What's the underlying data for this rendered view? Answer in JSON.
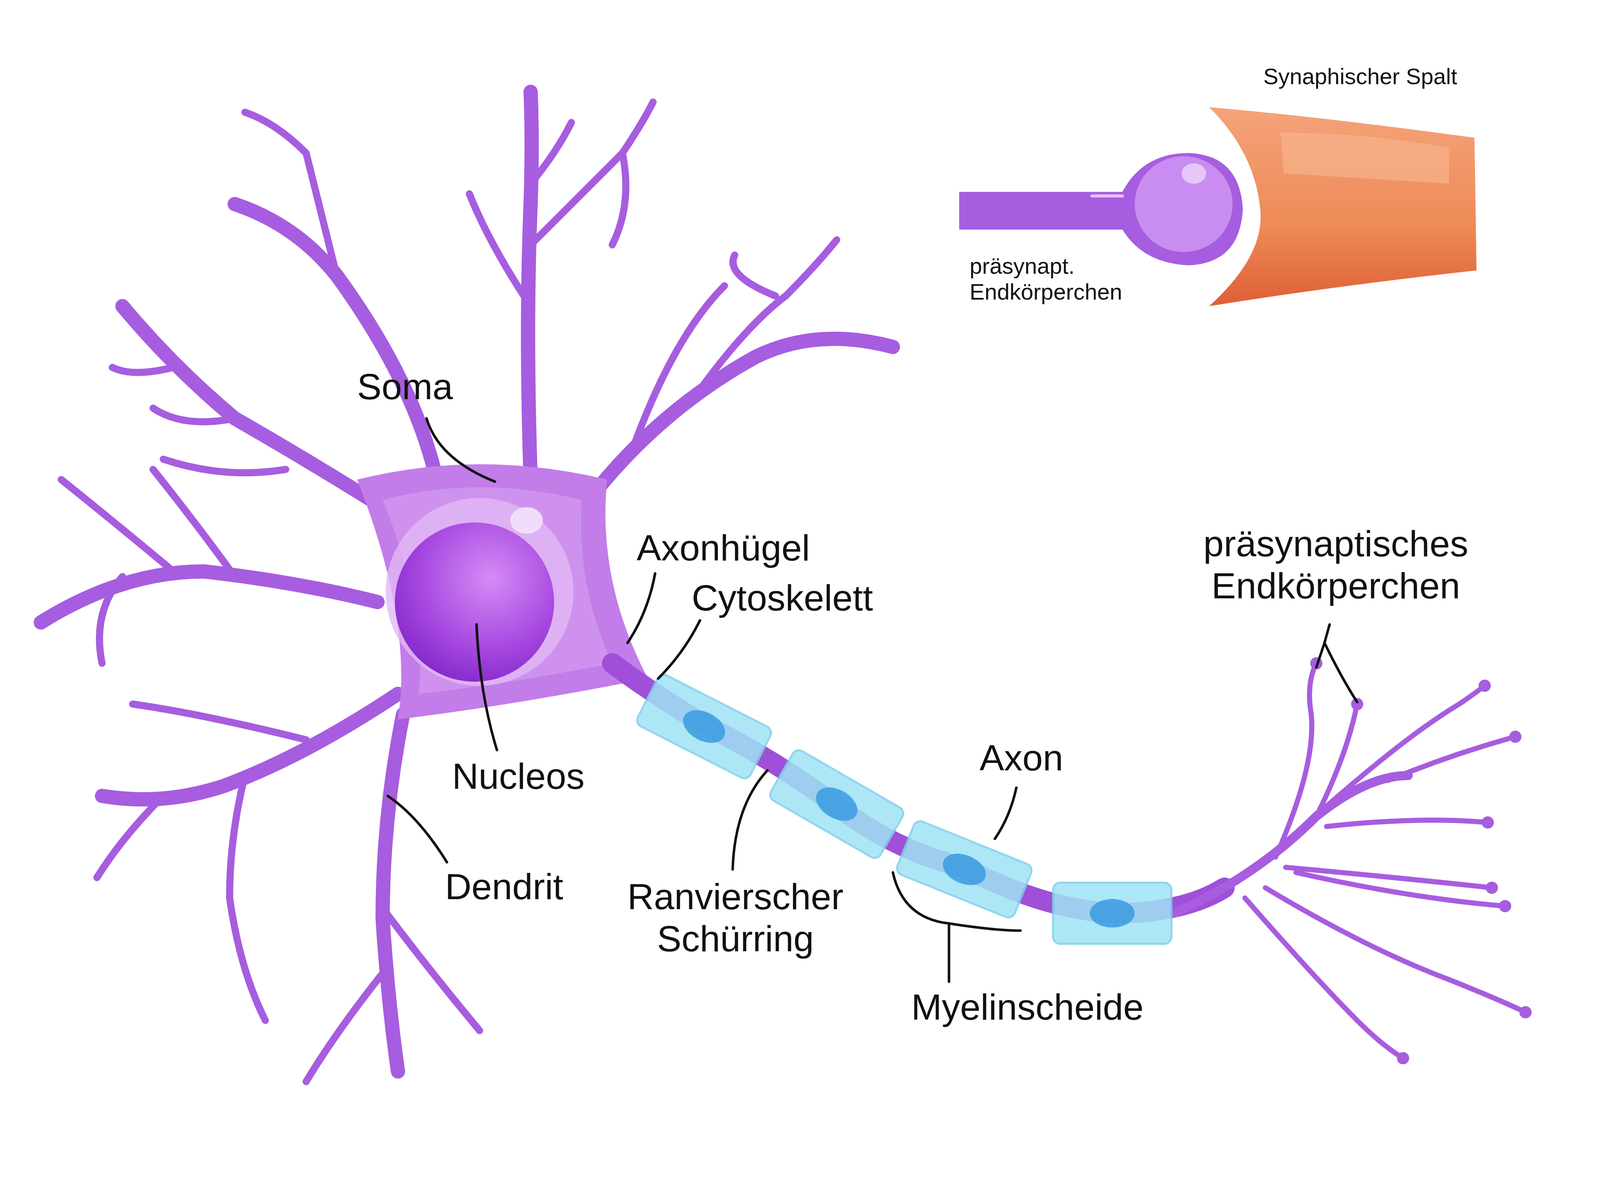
{
  "diagram": {
    "labels": [
      "Synaphischer Spalt",
      "präsynapt. Endkörperchen",
      "Soma",
      "Axonhügel",
      "Cytoskelett",
      "präsynaptisches Endkörperchen",
      "Axon",
      "Nucleos",
      "Dendrit",
      "Ranvierscher Schürring",
      "Myelinscheide"
    ]
  }
}
